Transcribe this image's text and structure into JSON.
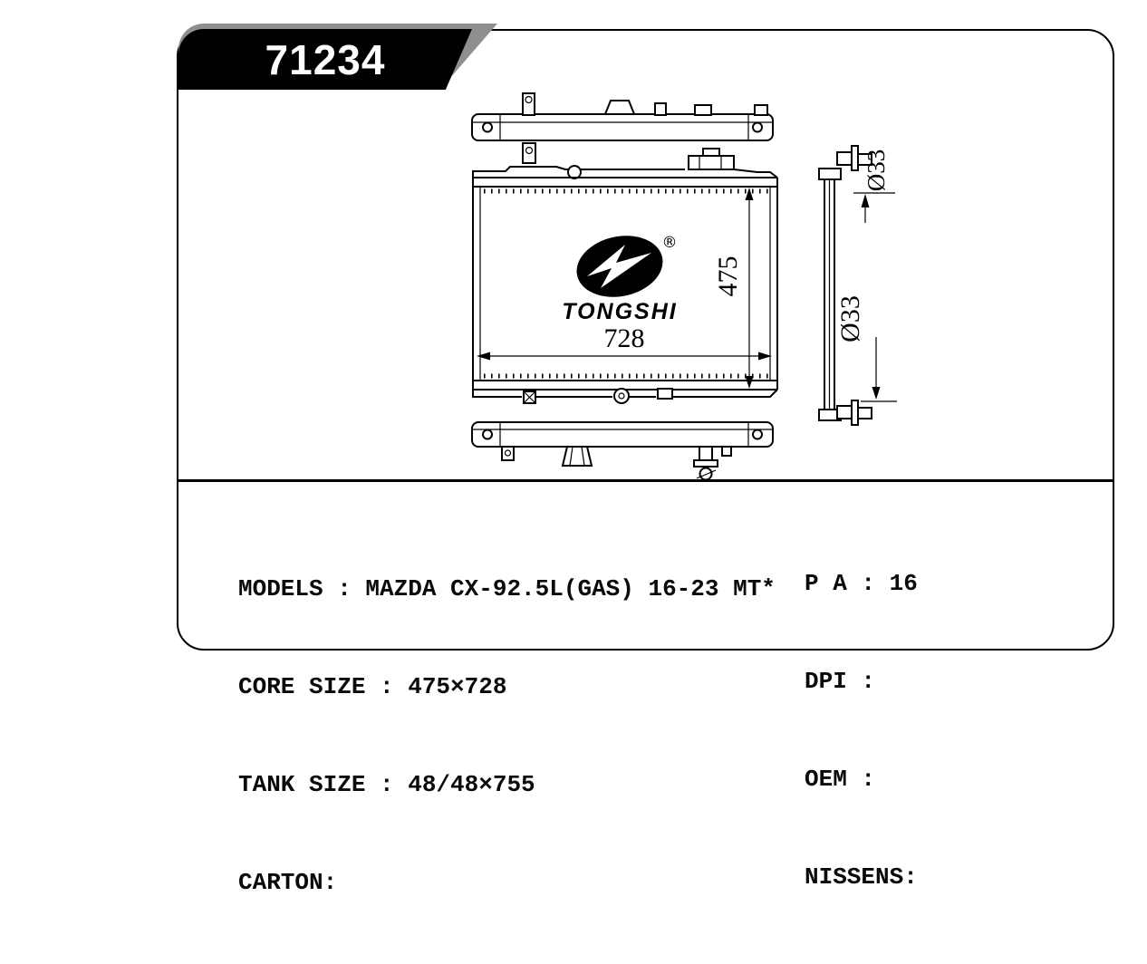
{
  "card": {
    "part_number": "71234"
  },
  "logo": {
    "brand": "TONGSHI",
    "registered_mark": "®"
  },
  "drawing": {
    "core_width": "728",
    "core_height": "475",
    "top_pipe_diameter": "Ø33",
    "bottom_pipe_diameter": "Ø33"
  },
  "specs": {
    "left": [
      "MODELS : MAZDA CX-92.5L(GAS) 16-23 MT*",
      "CORE SIZE : 475×728",
      "TANK SIZE : 48/48×755",
      "CARTON:"
    ],
    "right": [
      "P A : 16",
      "DPI :",
      "OEM :",
      "NISSENS:"
    ]
  },
  "colors": {
    "ink": "#000000",
    "badge_shadow": "#8f8f8f",
    "background": "#ffffff"
  }
}
